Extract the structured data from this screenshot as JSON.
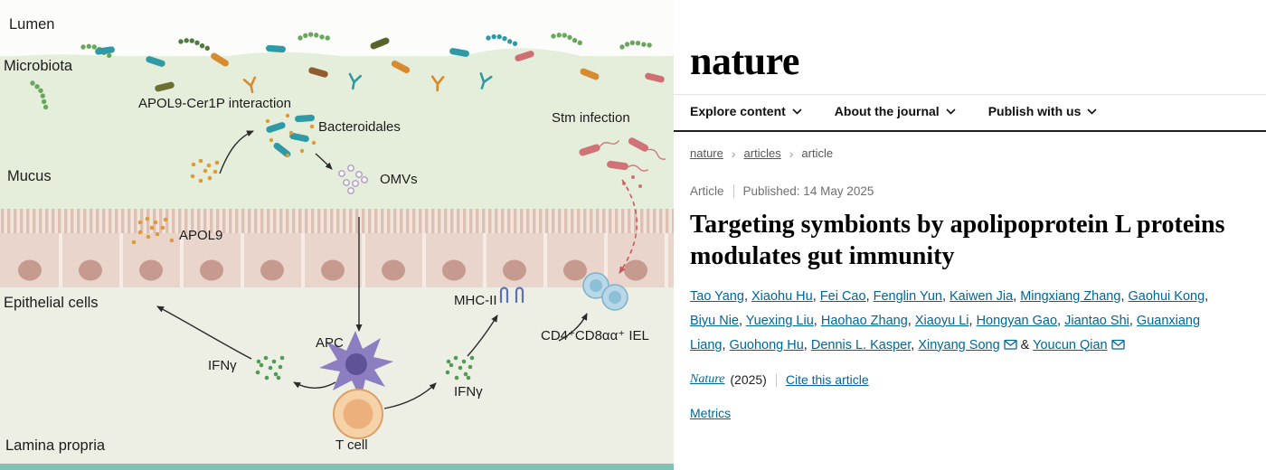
{
  "figure": {
    "labels": {
      "lumen": "Lumen",
      "microbiota": "Microbiota",
      "apol9_cer1p_interaction": "APOL9-Cer1P interaction",
      "bacteroidales": "Bacteroidales",
      "mucus": "Mucus",
      "omvs": "OMVs",
      "apol9": "APOL9",
      "stm_infection": "Stm infection",
      "epithelial_cells": "Epithelial cells",
      "mhc_ii": "MHC-II",
      "iel": "CD4⁺CD8αα⁺ IEL",
      "apc": "APC",
      "ifng_left": "IFNγ",
      "ifng_right": "IFNγ",
      "t_cell": "T cell",
      "lamina_propria": "Lamina propria"
    }
  },
  "article": {
    "logo": "nature",
    "nav": [
      {
        "label": "Explore content"
      },
      {
        "label": "About the journal"
      },
      {
        "label": "Publish with us"
      }
    ],
    "breadcrumb": {
      "items": [
        "nature",
        "articles",
        "article"
      ],
      "separator": "›"
    },
    "meta": {
      "type": "Article",
      "published": "Published: 14 May 2025"
    },
    "title": "Targeting symbionts by apolipoprotein L proteins modulates gut immunity",
    "authors": [
      {
        "name": "Tao Yang"
      },
      {
        "name": "Xiaohu Hu"
      },
      {
        "name": "Fei Cao"
      },
      {
        "name": "Fenglin Yun"
      },
      {
        "name": "Kaiwen Jia"
      },
      {
        "name": "Mingxiang Zhang"
      },
      {
        "name": "Gaohui Kong"
      },
      {
        "name": "Biyu Nie"
      },
      {
        "name": "Yuexing Liu"
      },
      {
        "name": "Haohao Zhang"
      },
      {
        "name": "Xiaoyu Li"
      },
      {
        "name": "Hongyan Gao"
      },
      {
        "name": "Jiantao Shi"
      },
      {
        "name": "Guanxiang Liang"
      },
      {
        "name": "Guohong Hu"
      },
      {
        "name": "Dennis L. Kasper"
      },
      {
        "name": "Xinyang Song",
        "corresponding": true
      },
      {
        "name": "Youcun Qian",
        "corresponding": true
      }
    ],
    "citation": {
      "journal": "Nature",
      "year": "(2025)",
      "cite_link": "Cite this article"
    },
    "metrics_link": "Metrics",
    "colors": {
      "link": "#006699"
    }
  }
}
